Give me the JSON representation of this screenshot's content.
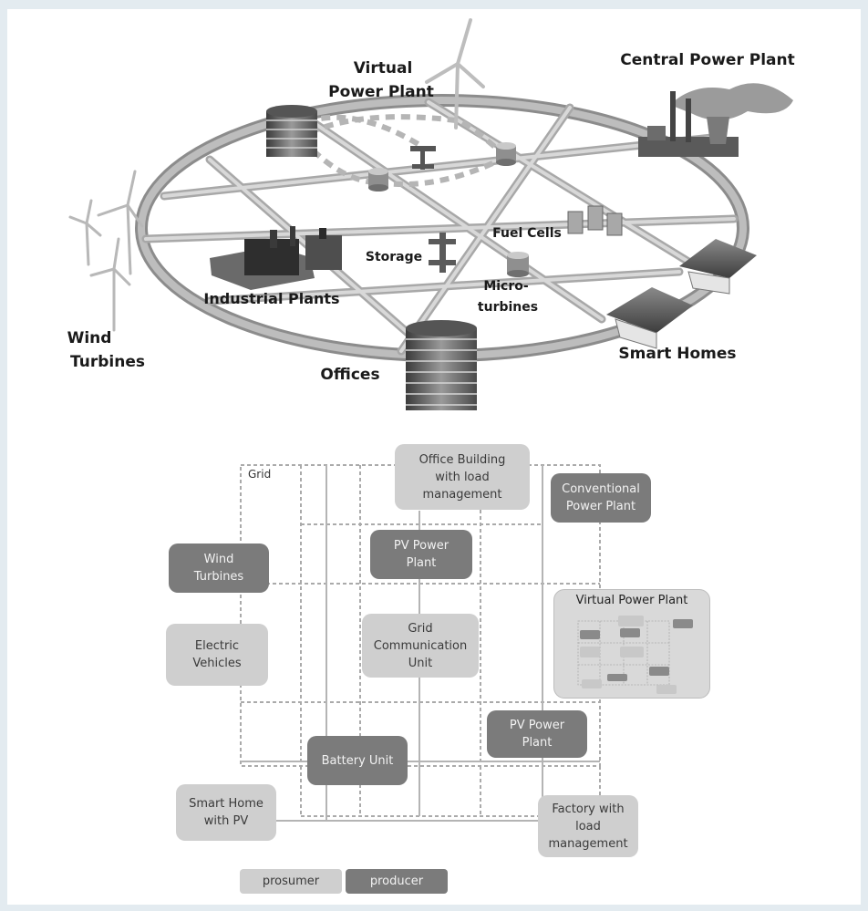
{
  "top_figure": {
    "labels": {
      "virtual_power_plant": [
        "Virtual",
        "Power Plant"
      ],
      "central_power_plant": "Central Power Plant",
      "fuel_cells": "Fuel Cells",
      "storage": "Storage",
      "industrial_plants": "Industrial Plants",
      "micro_turbines": [
        "Micro-",
        "turbines"
      ],
      "wind_turbines": [
        "Wind",
        "Turbines"
      ],
      "offices": "Offices",
      "smart_homes": "Smart Homes"
    }
  },
  "bottom_figure": {
    "grid_label": "Grid",
    "nodes": {
      "office_building": "Office Building\nwith load\nmanagement",
      "conventional_power_plant": "Conventional\nPower Plant",
      "pv_power_plant_1": "PV Power\nPlant",
      "wind_turbines": "Wind\nTurbines",
      "electric_vehicles": "Electric\nVehicles",
      "grid_communication_unit": "Grid\nCommunication\nUnit",
      "pv_power_plant_2": "PV Power\nPlant",
      "battery_unit": "Battery Unit",
      "smart_home_pv": "Smart Home\nwith PV",
      "factory": "Factory with\nload\nmanagement"
    },
    "vpp_title": "Virtual Power Plant",
    "legend": {
      "prosumer": "prosumer",
      "producer": "producer"
    },
    "colors": {
      "prosumer": "#cfcfcf",
      "producer": "#7b7b7b"
    }
  }
}
